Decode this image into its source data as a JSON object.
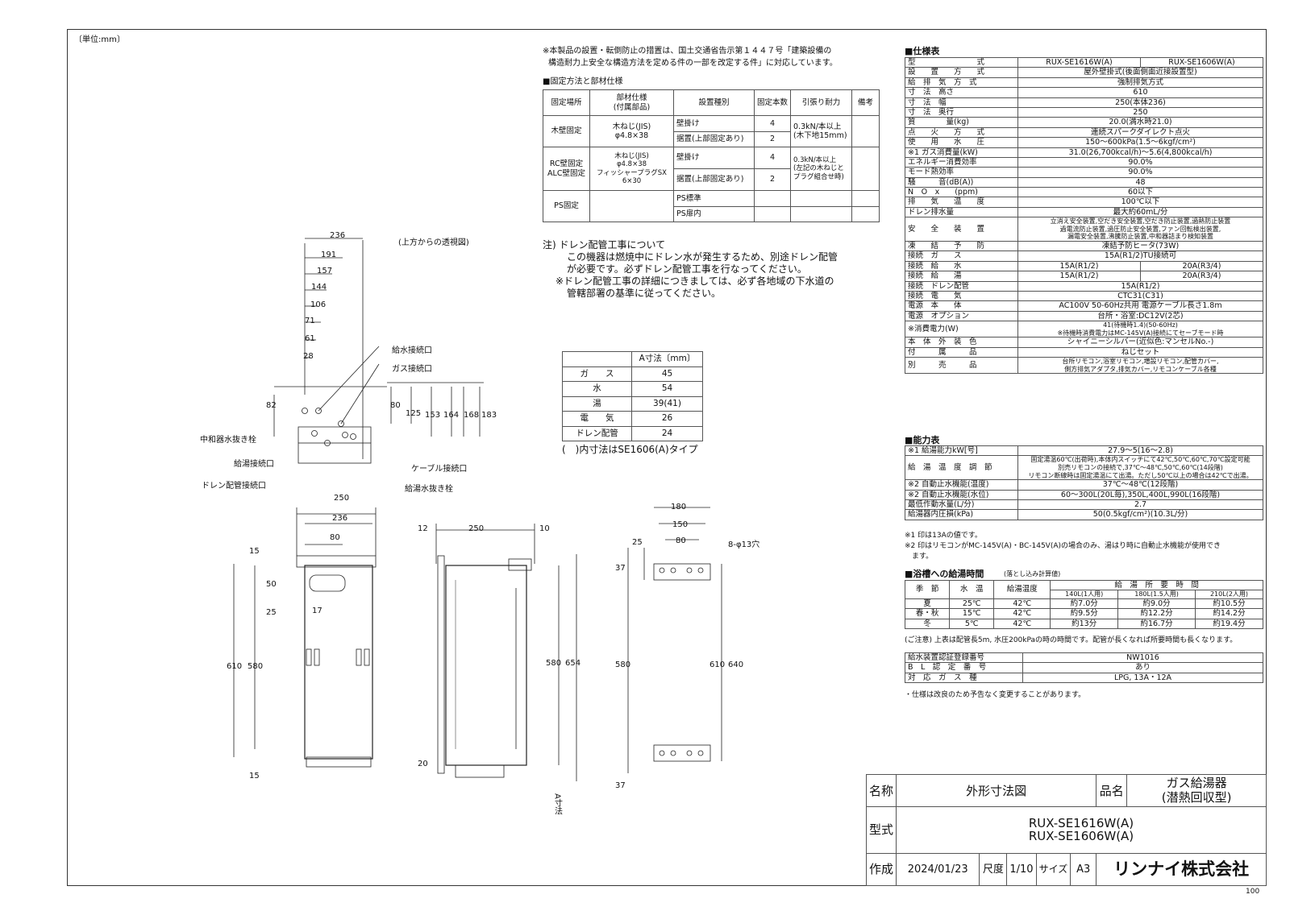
{
  "unit": "〔単位:mm〕",
  "page_number": "100",
  "notes_top": [
    "※本製品の設置・転倒防止の措置は、国土交通省告示第１４４７号「建築設備の",
    "構造耐力上安全な構造方法を定める件の一部を改定する件」に対応しています。"
  ],
  "fix": {
    "title": "■固定方法と部材仕様",
    "headers": [
      "固定場所",
      "部材仕様\n(付属部品)",
      "設置種別",
      "固定本数",
      "引張り耐力",
      "備考"
    ],
    "wood": {
      "place": "木壁固定",
      "material": "木ねじ(JIS)\nφ4.8×38",
      "rows": [
        [
          "壁掛け",
          "4",
          "0.3kN/本以上\n(木下地15mm)"
        ],
        [
          "据置(上部固定あり)",
          "2",
          ""
        ]
      ]
    },
    "rc": {
      "place": "RC壁固定\nALC壁固定",
      "material": "木ねじ(JIS)\nφ4.8×38\nフィッシャープラグSX\n6×30",
      "rows": [
        [
          "壁掛け",
          "4",
          "0.3kN/本以上\n(左記の木ねじと\nプラグ組合せ時)"
        ],
        [
          "据置(上部固定あり)",
          "2",
          ""
        ]
      ]
    },
    "ps": {
      "place": "PS固定",
      "rows": [
        "PS標準",
        "PS扉内"
      ]
    }
  },
  "note_drain": [
    "注) ドレン配管工事について",
    "この機器は燃焼中にドレン水が発生するため、別途ドレン配管",
    "が必要です。必ずドレン配管工事を行なってください。",
    "※ドレン配管工事の詳細につきましては、必ず各地域の下水道の",
    "管轄部署の基準に従ってください。"
  ],
  "a_table": {
    "header": "A寸法〔mm〕",
    "rows": [
      [
        "ガ　　ス",
        "45"
      ],
      [
        "水",
        "54"
      ],
      [
        "湯",
        "39(41)"
      ],
      [
        "電　　気",
        "26"
      ],
      [
        "ドレン配管",
        "24"
      ]
    ],
    "note": "(　)内寸法はSE1606(A)タイプ"
  },
  "top_view": {
    "title": "(上方からの透視図)",
    "dims_h": [
      "236",
      "191",
      "157",
      "144",
      "106",
      "71",
      "61",
      "28"
    ],
    "dims_v": [
      "82",
      "80",
      "125",
      "153",
      "164",
      "168",
      "183"
    ],
    "labels": [
      "給水接続口",
      "ガス接続口",
      "中和器水抜き栓",
      "給湯接続口",
      "ドレン配管接続口",
      "ケーブル接続口",
      "給湯水抜き栓"
    ]
  },
  "front_view": {
    "dims": [
      "250",
      "236",
      "80",
      "15",
      "50",
      "25",
      "17",
      "610",
      "580",
      "15"
    ]
  },
  "side_view": {
    "dims": [
      "12",
      "250",
      "10",
      "580",
      "654",
      "20",
      "A寸法"
    ]
  },
  "back_view": {
    "dims": [
      "180",
      "150",
      "80",
      "8-φ13穴",
      "37",
      "25",
      "580",
      "610",
      "640",
      "37"
    ]
  },
  "spec": {
    "title": "■仕様表",
    "rows": [
      [
        "型　　　　　　　　式",
        "RUX-SE1616W(A)",
        "RUX-SE1606W(A)"
      ],
      [
        "設　　置　　方　　式",
        "屋外壁掛式(後面側面近接設置型)"
      ],
      [
        "給　排　気　方　式",
        "強制排気方式"
      ],
      [
        "寸　法　高さ",
        "610"
      ],
      [
        "寸　法　幅",
        "250(本体236)"
      ],
      [
        "寸　法　奥行",
        "250"
      ],
      [
        "質　　　　量(kg)",
        "20.0(満水時21.0)"
      ],
      [
        "点　　火　　方　　式",
        "連続スパークダイレクト点火"
      ],
      [
        "使　　用　　水　　圧",
        "150〜600kPa(1.5〜6kgf/cm²)"
      ],
      [
        "※1 ガス消費量(kW)",
        "31.0(26,700kcal/h)〜5.6(4,800kcal/h)"
      ],
      [
        "エネルギー消費効率",
        "90.0%"
      ],
      [
        "モード熱効率",
        "90.0%"
      ],
      [
        "騒　　　音(dB(A))",
        "48"
      ],
      [
        "N　O　x　　(ppm)",
        "60以下"
      ],
      [
        "排　　気　　温　　度",
        "100℃以下"
      ],
      [
        "ドレン排水量",
        "最大約60mL/分"
      ],
      [
        "安　　全　　装　　置",
        "立消え安全装置,空だき安全装置,空だき防止装置,過熱防止装置\n過電流防止装置,過圧防止安全装置,ファン回転検出装置,\n漏電安全装置,沸騰防止装置,中和器詰まり検知装置"
      ],
      [
        "凍　　結　　予　　防",
        "凍結予防ヒータ(73W)"
      ],
      [
        "接続　ガ　　ス",
        "15A(R1/2)TU接続可"
      ],
      [
        "接続　給　　水",
        "15A(R1/2)",
        "20A(R3/4)"
      ],
      [
        "接続　給　　湯",
        "15A(R1/2)",
        "20A(R3/4)"
      ],
      [
        "接続　ドレン配管",
        "15A(R1/2)"
      ],
      [
        "接続　電　　気",
        "CTC31(C31)"
      ],
      [
        "電源　本　　体",
        "AC100V 50-60Hz共用 電源ケーブル長さ1.8m"
      ],
      [
        "電源　オプション",
        "台所・浴室:DC12V(2芯)"
      ],
      [
        "※消費電力(W)",
        "41(待機時1.4)(50-60Hz)\n※待機時消費電力はMC-145V(A)接続にてセーブモード時"
      ],
      [
        "本　体　外　装　色",
        "シャイニーシルバー(近似色:マンセルNo.-)"
      ],
      [
        "付　　　属　　　品",
        "ねじセット"
      ],
      [
        "別　　　売　　　品",
        "台所リモコン,浴室リモコン,増設リモコン,配管カバー,\n側方排気アダプタ,排気カバー,リモコンケーブル各種"
      ]
    ]
  },
  "ability": {
    "title": "■能力表",
    "rows": [
      [
        "※1 給湯能力kW[号]",
        "27.9〜5(16〜2.8)"
      ],
      [
        "給　湯　温　度　調　節",
        "固定湯温60℃(出荷時),本体内スイッチにて42℃,50℃,60℃,70℃設定可能\n別売リモコンの接続で,37℃〜48℃,50℃,60℃(14段階)\nリモコン断線時は固定湯温にて出湯。ただし50℃以上の場合は42℃で出湯。"
      ],
      [
        "※2 自動止水機能(温度)",
        "37℃〜48℃(12段階)"
      ],
      [
        "※2 自動止水機能(水位)",
        "60〜300L(20L毎),350L,400L,990L(16段階)"
      ],
      [
        "最低作動水量(L/分)",
        "2.7"
      ],
      [
        "給湯器内圧損(kPa)",
        "50(0.5kgf/cm²)(10.3L/分)"
      ]
    ],
    "notes": [
      "※1 印は13Aの値です。",
      "※2 印はリモコンがMC-145V(A)・BC-145V(A)の場合のみ、湯はり時に自動止水機能が使用でき",
      "ます。"
    ]
  },
  "bath": {
    "title": "■浴槽への給湯時間",
    "subtitle": "(落とし込み計算値)",
    "headers": [
      "季　節",
      "水　温",
      "給湯温度",
      "給　湯　所　要　時　間"
    ],
    "sub": [
      "140L(1人用)",
      "180L(1.5人用)",
      "210L(2人用)"
    ],
    "rows": [
      [
        "夏",
        "25℃",
        "42℃",
        "約7.0分",
        "約9.0分",
        "約10.5分"
      ],
      [
        "春・秋",
        "15℃",
        "42℃",
        "約9.5分",
        "約12.2分",
        "約14.2分"
      ],
      [
        "冬",
        "5℃",
        "42℃",
        "約13分",
        "約16.7分",
        "約19.4分"
      ]
    ],
    "note": "(ご注意) 上表は配管長5m, 水圧200kPaの時の時間です。配管が長くなれば所要時間も長くなります。"
  },
  "cert": {
    "rows": [
      [
        "給水装置認証登録番号",
        "NW1016"
      ],
      [
        "B　L　認　定　番　号",
        "あり"
      ],
      [
        "対　応　ガ　ス　種",
        "LPG, 13A・12A"
      ]
    ],
    "note": "・仕様は改良のため予告なく変更することがあります。"
  },
  "title_block": {
    "name_label": "名称",
    "name": "外形寸法図",
    "product_label": "品名",
    "product": "ガス給湯器\n(潜熱回収型)",
    "model_label": "型式",
    "models": [
      "RUX-SE1616W(A)",
      "RUX-SE1606W(A)"
    ],
    "made_label": "作成",
    "date": "2024/01/23",
    "scale_label": "尺度",
    "scale": "1/10",
    "size_label": "サイズ",
    "size": "A3",
    "company": "リンナイ株式会社"
  }
}
